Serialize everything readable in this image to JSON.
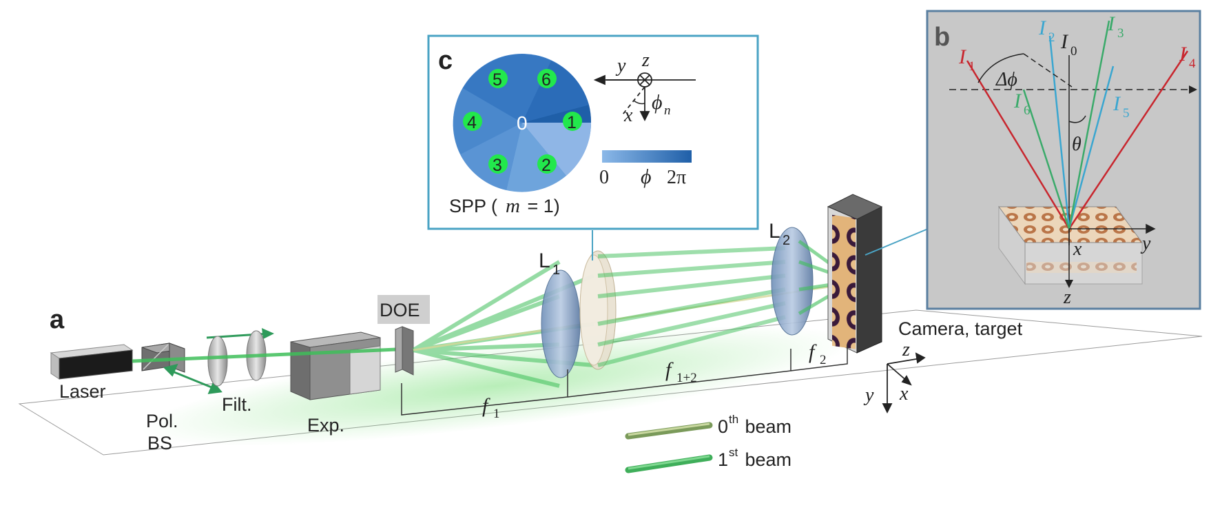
{
  "panels": {
    "a": "a",
    "b": "b",
    "c": "c"
  },
  "components": {
    "laser": "Laser",
    "pol_bs_line1": "Pol.",
    "pol_bs_line2": "BS",
    "filter": "Filt.",
    "expander": "Exp.",
    "doe": "DOE",
    "lens1": "L",
    "lens1_sub": "1",
    "lens2": "L",
    "lens2_sub": "2",
    "camera": "Camera, target"
  },
  "distances": {
    "f1": "f",
    "f1_sub": "1",
    "f12": "f",
    "f12_sub": "1+2",
    "f2": "f",
    "f2_sub": "2"
  },
  "axes_main": {
    "z": "z",
    "y": "y",
    "x": "x"
  },
  "legend": {
    "zeroth_pre": "0",
    "zeroth_sup": "th",
    "zeroth_post": " beam",
    "first_pre": "1",
    "first_sup": "st",
    "first_post": " beam"
  },
  "panel_c": {
    "segments": [
      "0",
      "1",
      "2",
      "3",
      "4",
      "5",
      "6"
    ],
    "caption_pre": "SPP (",
    "caption_m": "m",
    "caption_post": " = 1)",
    "axis_y": "y",
    "axis_z": "z",
    "axis_x": "x",
    "phi_n": "ϕ",
    "phi_n_sub": "n",
    "bar_min": "0",
    "bar_mid": "ϕ",
    "bar_max": "2π",
    "colors": {
      "bar_start": "#8bb8e8",
      "bar_end": "#1f5fa8",
      "dot": "#22e84c"
    }
  },
  "panel_b": {
    "I0": "I",
    "I0_sub": "0",
    "I1": "I",
    "I1_sub": "1",
    "I2": "I",
    "I2_sub": "2",
    "I3": "I",
    "I3_sub": "3",
    "I4": "I",
    "I4_sub": "4",
    "I5": "I",
    "I5_sub": "5",
    "I6": "I",
    "I6_sub": "6",
    "delta_phi": "Δϕ",
    "theta": "θ",
    "axis_y": "y",
    "axis_x": "x",
    "axis_z": "z",
    "colors": {
      "red": "#c8262e",
      "cyan": "#3aa6d0",
      "green": "#3aaa6a",
      "bg": "#c8c8c8"
    }
  }
}
